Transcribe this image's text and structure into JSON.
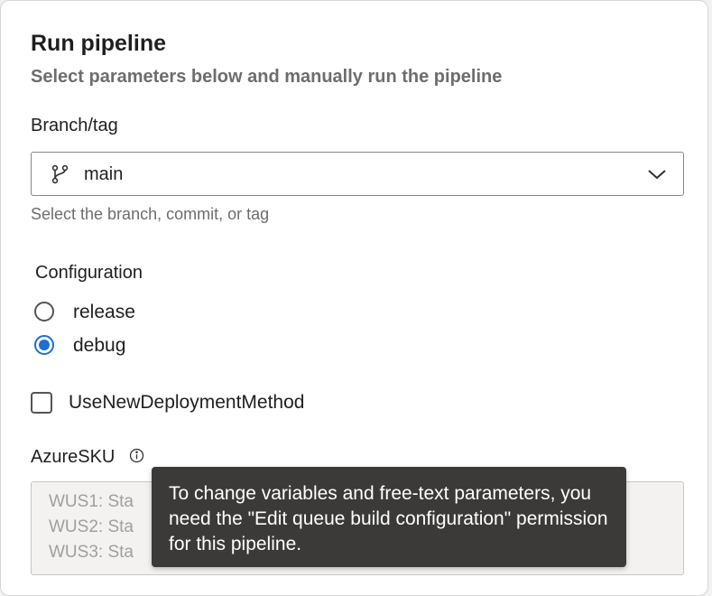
{
  "dialog": {
    "title": "Run pipeline",
    "subtitle": "Select parameters below and manually run the pipeline"
  },
  "branch": {
    "label": "Branch/tag",
    "value": "main",
    "helper": "Select the branch, commit, or tag",
    "icon": "branch-icon"
  },
  "configuration": {
    "label": "Configuration",
    "options": [
      {
        "label": "release",
        "checked": false
      },
      {
        "label": "debug",
        "checked": true
      }
    ]
  },
  "deployment": {
    "label": "UseNewDeploymentMethod",
    "checked": false
  },
  "azure_sku": {
    "label": "AzureSKU",
    "lines": [
      "WUS1: Sta",
      "WUS2: Sta",
      "WUS3: Sta"
    ]
  },
  "tooltip": {
    "text": "To change variables and free-text parameters, you need the \"Edit queue build configuration\" permission for this pipeline."
  },
  "colors": {
    "accent": "#1e6fcf",
    "tooltip_bg": "#3b3a39",
    "disabled_text": "#a19f9d"
  }
}
